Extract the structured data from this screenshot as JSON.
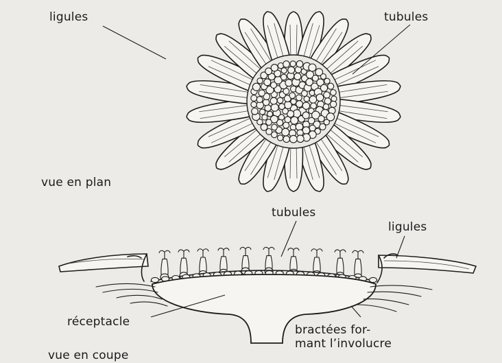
{
  "labels": {
    "top_ligules": "ligules",
    "top_tubules": "tubules",
    "plan_view": "vue en plan",
    "section_tubules": "tubules",
    "section_ligules": "ligules",
    "receptacle": "réceptacle",
    "bracts_line1": "bractées for-",
    "bracts_line2": "mant l’involucre",
    "section_view": "vue en coupe"
  },
  "colors": {
    "background": "#ecebe7",
    "ink": "#1c1c1c",
    "fill": "#f6f5f1"
  }
}
